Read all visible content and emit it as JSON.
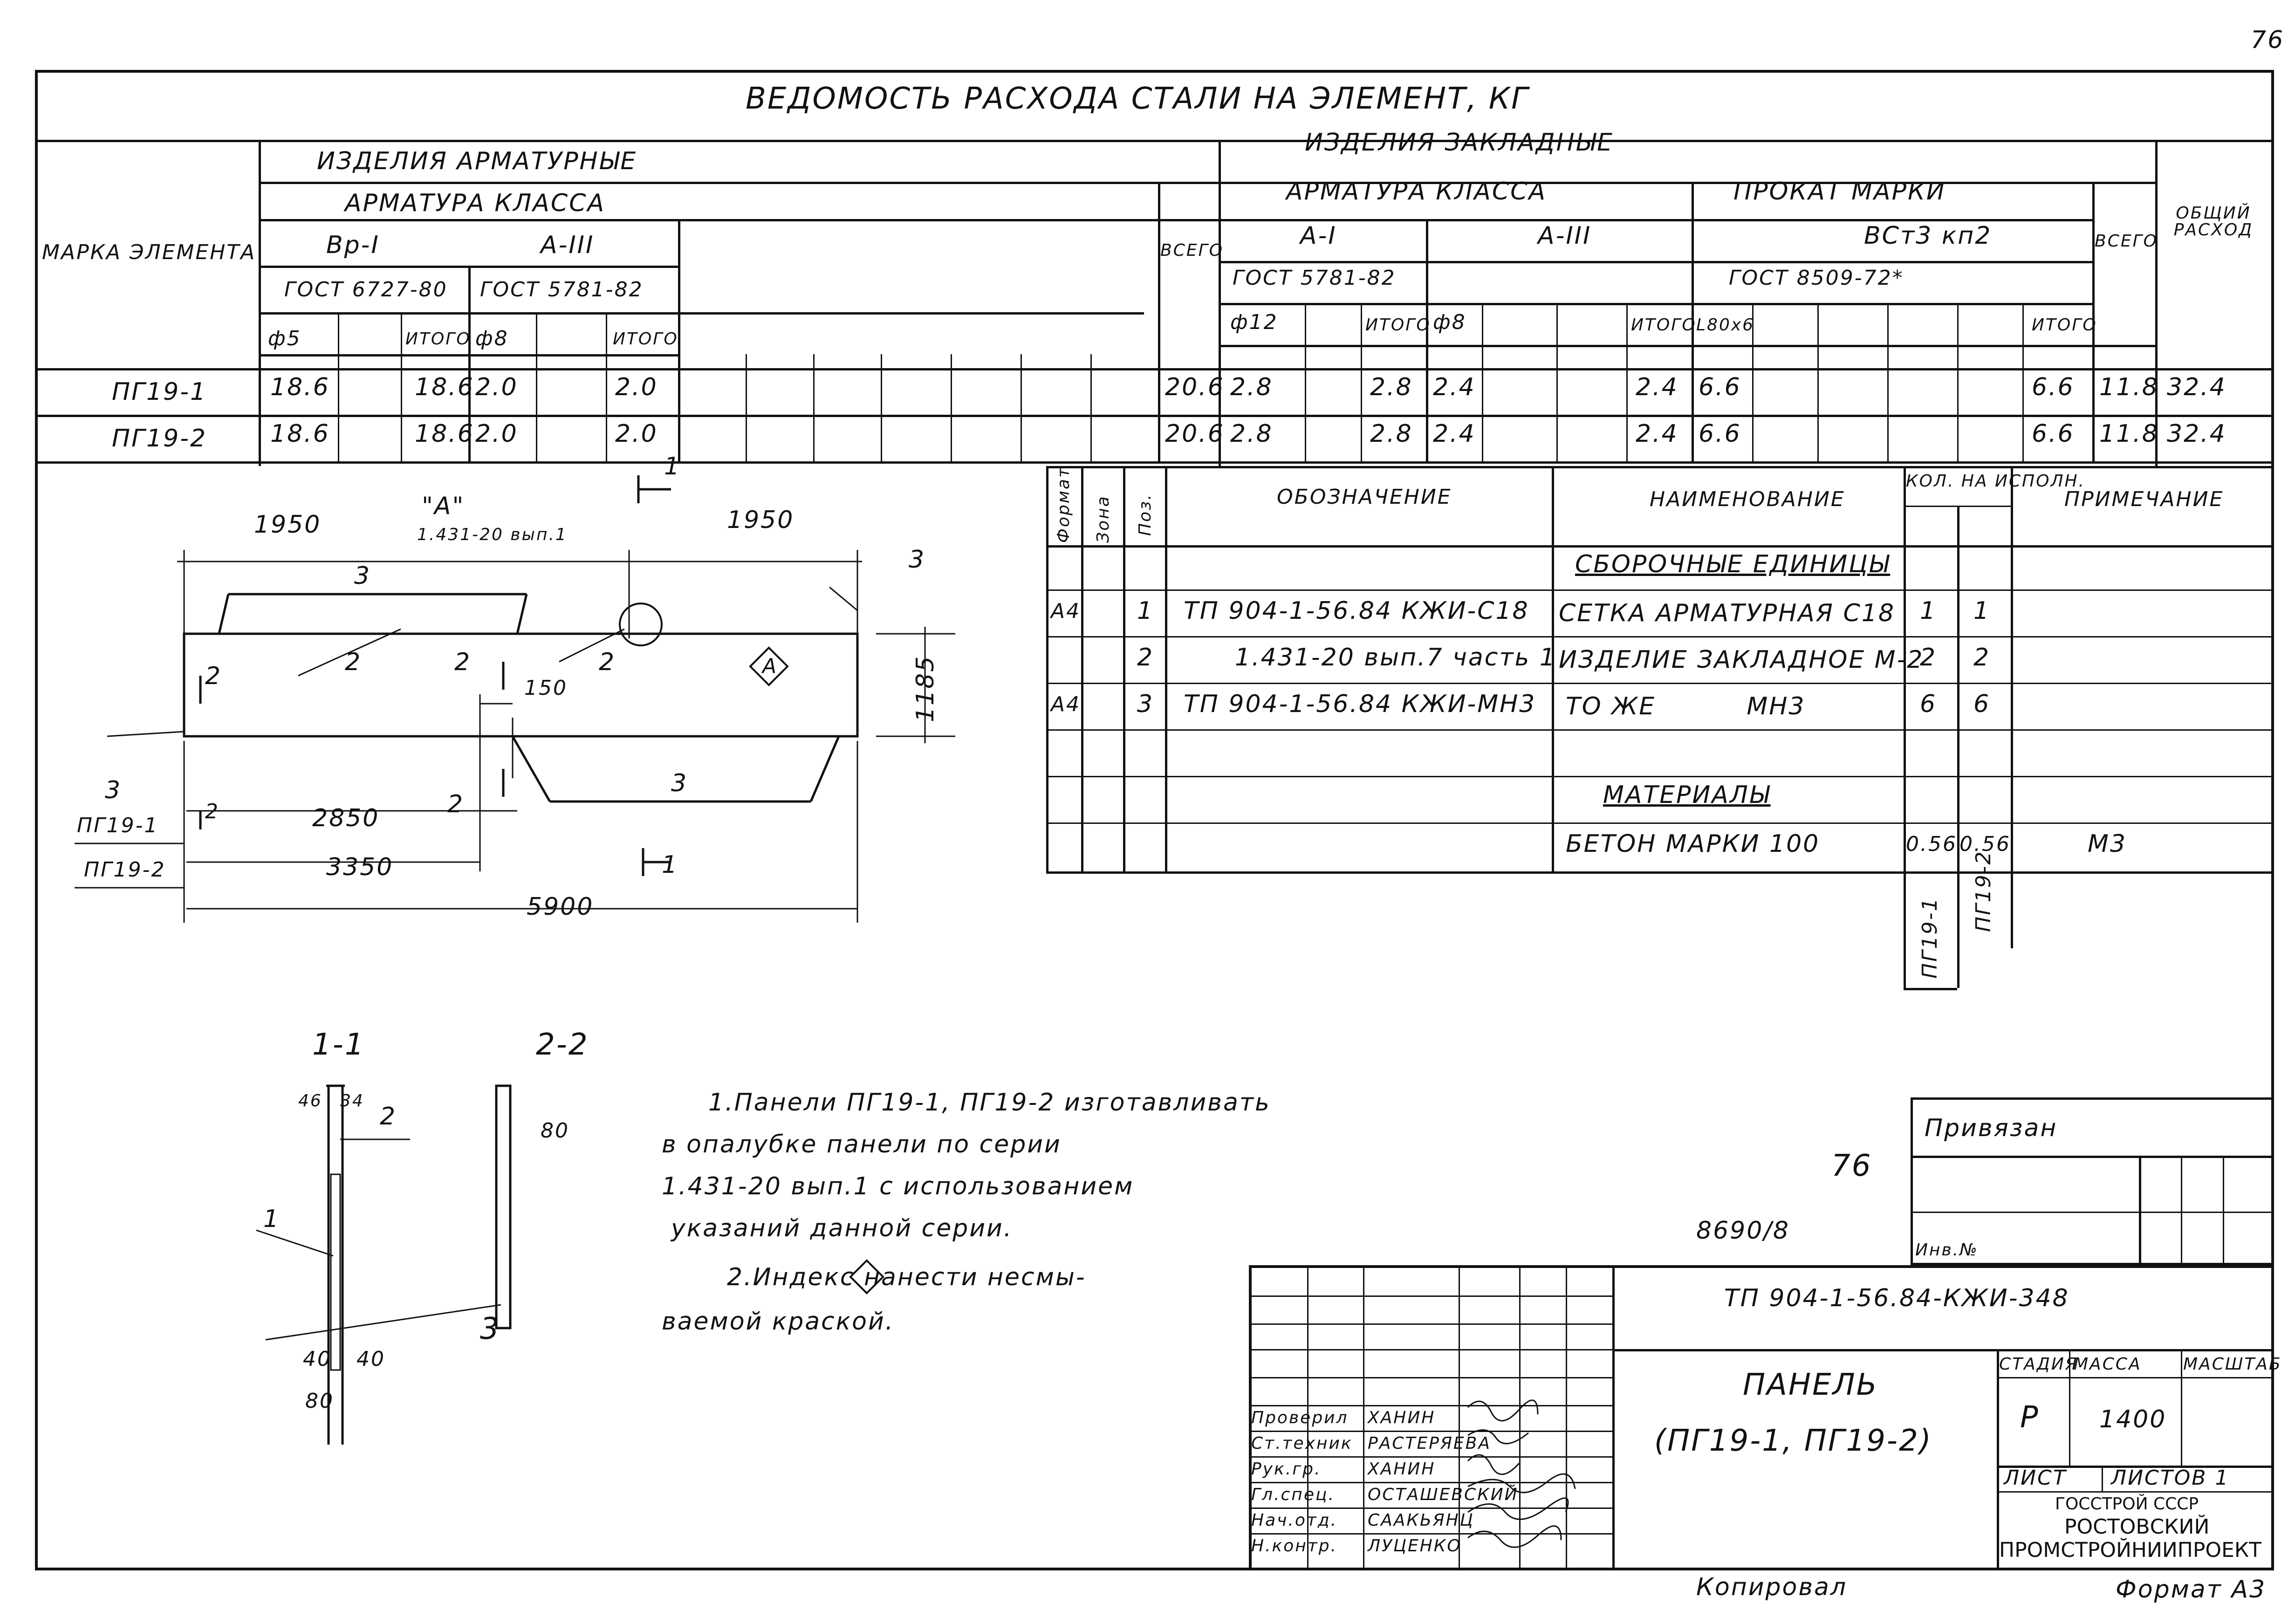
{
  "page_number": "76",
  "title": "ВЕДОМОСТЬ РАСХОДА СТАЛИ НА ЭЛЕМЕНТ, КГ",
  "steel_table": {
    "mark_header": "МАРКА ЭЛЕМЕНТА",
    "rebar_products": "ИЗДЕЛИЯ АРМАТУРНЫЕ",
    "embedded_products": "ИЗДЕЛИЯ ЗАКЛАДНЫЕ",
    "rebar_class": "АРМАТУРА КЛАССА",
    "rebar_class2": "АРМАТУРА КЛАССА",
    "rolled_grade": "ПРОКАТ МАРКИ",
    "bp1": "Вр-I",
    "a3": "А-III",
    "a1": "А-I",
    "a3b": "А-III",
    "vst3": "ВСт3 кп2",
    "gost1": "ГОСТ 6727-80",
    "gost2": "ГОСТ 5781-82",
    "gost3": "ГОСТ 5781-82",
    "gost4": "ГОСТ 8509-72*",
    "total": "ВСЕГО",
    "total2": "ВСЕГО",
    "general": "ОБЩИЙ РАСХОД",
    "d5": "ф5",
    "d8": "ф8",
    "d12": "ф12",
    "d8b": "ф8",
    "l80": "L80х6",
    "itogo": "ИТОГО",
    "rows": [
      {
        "mark": "ПГ19-1",
        "d5": "18.6",
        "it1": "18.6",
        "d8": "2.0",
        "it2": "2.0",
        "vsego": "20.6",
        "d12": "2.8",
        "it3": "2.8",
        "d8b": "2.4",
        "it4": "2.4",
        "l80": "6.6",
        "it5": "6.6",
        "vsego2": "11.8",
        "obsh": "32.4"
      },
      {
        "mark": "ПГ19-2",
        "d5": "18.6",
        "it1": "18.6",
        "d8": "2.0",
        "it2": "2.0",
        "vsego": "20.6",
        "d12": "2.8",
        "it3": "2.8",
        "d8b": "2.4",
        "it4": "2.4",
        "l80": "6.6",
        "it5": "6.6",
        "vsego2": "11.8",
        "obsh": "32.4"
      }
    ]
  },
  "spec_table": {
    "format": "Формат",
    "zone": "Зона",
    "pos": "Поз.",
    "designation": "ОБОЗНАЧЕНИЕ",
    "name": "НАИМЕНОВАНИЕ",
    "qty": "КОЛ. НА ИСПОЛН.",
    "note": "ПРИМЕЧАНИЕ",
    "assembly": "СБОРОЧНЫЕ ЕДИНИЦЫ",
    "materials": "МАТЕРИАЛЫ",
    "rows": [
      {
        "fmt": "А4",
        "pos": "1",
        "des": "ТП 904-1-56.84 КЖИ-С18",
        "name": "СЕТКА АРМАТУРНАЯ С18",
        "q1": "1",
        "q2": "1"
      },
      {
        "fmt": "",
        "pos": "2",
        "des": "1.431-20 вып.7 часть 1",
        "name": "ИЗДЕЛИЕ ЗАКЛАДНОЕ М-2",
        "q1": "2",
        "q2": "2"
      },
      {
        "fmt": "А4",
        "pos": "3",
        "des": "ТП 904-1-56.84 КЖИ-МН3",
        "name": "ТО ЖЕ          МН3",
        "q1": "6",
        "q2": "6"
      }
    ],
    "concrete": "БЕТОН МАРКИ 100",
    "c1": "0.56",
    "c2": "0.56",
    "unit": "М3",
    "var1": "ПГ19-1",
    "var2": "ПГ19-2"
  },
  "drawing": {
    "d1950a": "1950",
    "d1950b": "1950",
    "ref": "\"А\"",
    "ref2": "1.431-20 вып.1",
    "d1185": "1185",
    "d150": "150",
    "d2850": "2850",
    "d3350": "3350",
    "d5900": "5900",
    "pg1": "ПГ19-1",
    "pg2": "ПГ19-2",
    "l3a": "3",
    "l3b": "3",
    "l3c": "3",
    "l3d": "3",
    "l2a": "2",
    "l2b": "2",
    "l2c": "2",
    "l2d": "2",
    "l2e": "2",
    "l2f": "2",
    "sec1": "1",
    "sec1b": "1",
    "index": "А"
  },
  "sections": {
    "s11": "1-1",
    "s22": "2-2",
    "d46": "46",
    "d34": "34",
    "d40a": "40",
    "d40b": "40",
    "d80": "80",
    "d80b": "80",
    "p2": "2",
    "p1": "1",
    "p3": "3"
  },
  "notes": [
    "1.Панели ПГ19-1, ПГ19-2 изготавливать",
    "в опалубке панели   по серии",
    "1.431-20 вып.1 с использованием",
    "указаний данной серии.",
    "2.Индекс    нанести несмы-",
    "ваемой краской."
  ],
  "stamp": {
    "mark76": "76",
    "inv": "8690/8",
    "privyazan": "Привязан",
    "invno": "Инв.№",
    "code": "ТП 904-1-56.84-КЖИ-348",
    "name1": "ПАНЕЛЬ",
    "name2": "(ПГ19-1, ПГ19-2)",
    "stadia": "СТАДИЯ",
    "massa": "МАССА",
    "masshtab": "МАСШТАБ",
    "st": "Р",
    "mass": "1400",
    "list": "ЛИСТ",
    "listov": "ЛИСТОВ 1",
    "org1": "ГОССТРОЙ СССР",
    "org2": "РОСТОВСКИЙ",
    "org3": "ПРОМСТРОЙНИИПРОЕКТ",
    "people": [
      {
        "role": "Проверил",
        "name": "ХАНИН"
      },
      {
        "role": "Ст.техник",
        "name": "РАСТЕРЯЕВА"
      },
      {
        "role": "Рук.гр.",
        "name": "ХАНИН"
      },
      {
        "role": "Гл.спец.",
        "name": "ОСТАШЕВСКИЙ"
      },
      {
        "role": "Нач.отд.",
        "name": "СААКЬЯНЦ"
      },
      {
        "role": "Н.контр.",
        "name": "ЛУЦЕНКО"
      }
    ]
  },
  "copied": "Копировал",
  "format": "Формат А3"
}
